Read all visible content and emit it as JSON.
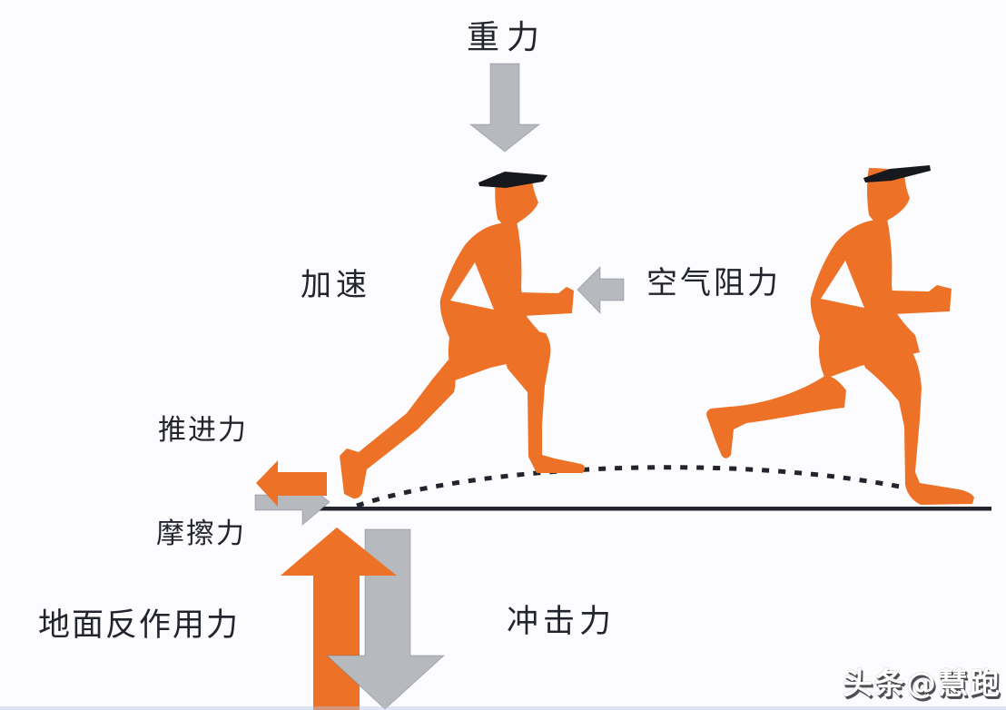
{
  "diagram": {
    "labels": {
      "gravity": "重力",
      "acceleration": "加速",
      "air_resistance": "空气阻力",
      "propulsion": "推进力",
      "friction": "摩擦力",
      "ground_reaction": "地面反作用力",
      "impact": "冲击力"
    },
    "watermark": "头条@慧跑",
    "figures": [
      {
        "name": "runner-toe-off",
        "pose": "push-off, rear toe on ground"
      },
      {
        "name": "runner-landing",
        "pose": "landing on front foot"
      }
    ],
    "arrows": [
      {
        "force": "重力",
        "direction": "down",
        "color": "gray"
      },
      {
        "force": "空气阻力",
        "direction": "left",
        "color": "gray"
      },
      {
        "force": "推进力",
        "direction": "left",
        "color": "orange"
      },
      {
        "force": "摩擦力",
        "direction": "right",
        "color": "gray"
      },
      {
        "force": "地面反作用力",
        "direction": "up",
        "color": "orange"
      },
      {
        "force": "冲击力",
        "direction": "down",
        "color": "gray"
      }
    ]
  },
  "colors": {
    "orange": "#ED7227",
    "gray": "#B6B9BE",
    "ink": "#23252E",
    "bg": "#FCFCFE",
    "visor": "#16181E",
    "watermark": "#FFFFFF"
  }
}
